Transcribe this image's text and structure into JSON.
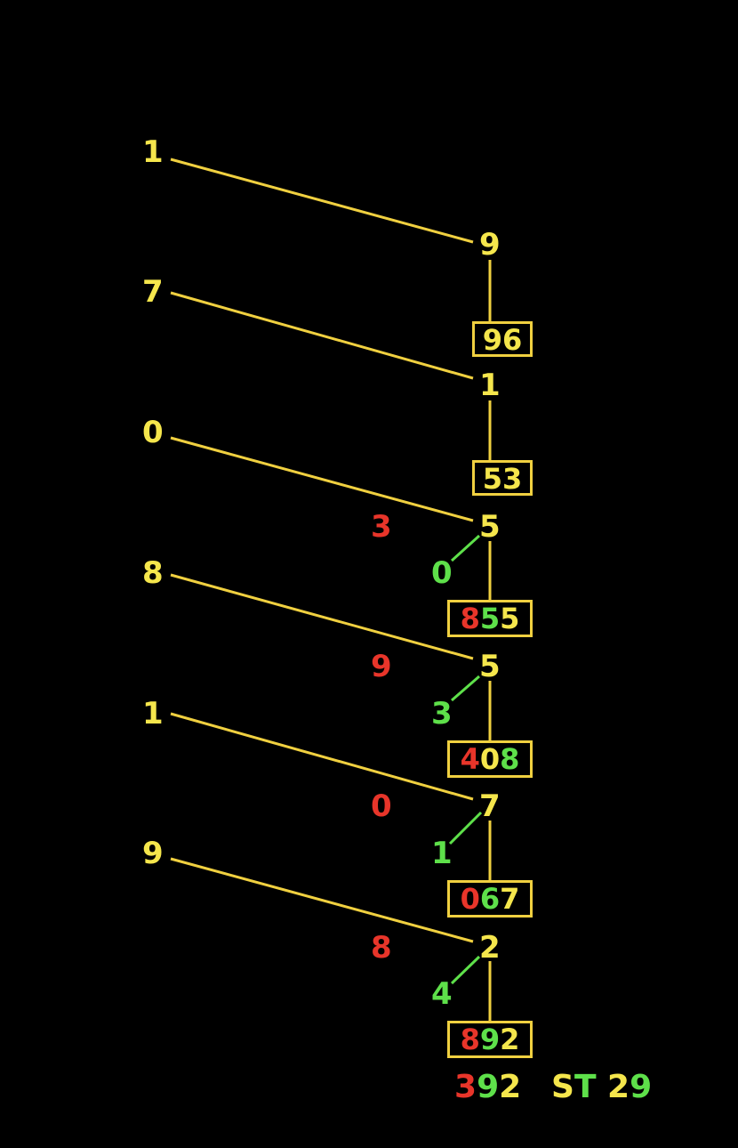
{
  "colors": {
    "yellow": "#f5e64c",
    "red": "#e8352a",
    "green": "#5ee04a",
    "line": "#f0d040",
    "background": "#000000"
  },
  "left_digits": [
    "1",
    "7",
    "0",
    "8",
    "1",
    "9"
  ],
  "nodes": [
    "9",
    "1",
    "5",
    "5",
    "7",
    "2"
  ],
  "red_carries": [
    "3",
    "9",
    "0",
    "8"
  ],
  "green_branches": [
    "0",
    "3",
    "1",
    "4"
  ],
  "boxes": [
    {
      "digits": [
        {
          "d": "9",
          "c": "yellow"
        },
        {
          "d": "6",
          "c": "yellow"
        }
      ]
    },
    {
      "digits": [
        {
          "d": "5",
          "c": "yellow"
        },
        {
          "d": "3",
          "c": "yellow"
        }
      ]
    },
    {
      "digits": [
        {
          "d": "8",
          "c": "red"
        },
        {
          "d": "5",
          "c": "green"
        },
        {
          "d": "5",
          "c": "yellow"
        }
      ]
    },
    {
      "digits": [
        {
          "d": "4",
          "c": "red"
        },
        {
          "d": "0",
          "c": "yellow"
        },
        {
          "d": "8",
          "c": "green"
        }
      ]
    },
    {
      "digits": [
        {
          "d": "0",
          "c": "red"
        },
        {
          "d": "6",
          "c": "green"
        },
        {
          "d": "7",
          "c": "yellow"
        }
      ]
    },
    {
      "digits": [
        {
          "d": "8",
          "c": "red"
        },
        {
          "d": "9",
          "c": "green"
        },
        {
          "d": "2",
          "c": "yellow"
        }
      ]
    }
  ],
  "footer": {
    "result": [
      {
        "d": "3",
        "c": "red"
      },
      {
        "d": "9",
        "c": "green"
      },
      {
        "d": "2",
        "c": "yellow"
      }
    ],
    "label": [
      {
        "d": "S",
        "c": "yellow"
      },
      {
        "d": "T",
        "c": "green"
      },
      {
        "d": " ",
        "c": "yellow"
      },
      {
        "d": "2",
        "c": "yellow"
      },
      {
        "d": "9",
        "c": "green"
      }
    ]
  }
}
